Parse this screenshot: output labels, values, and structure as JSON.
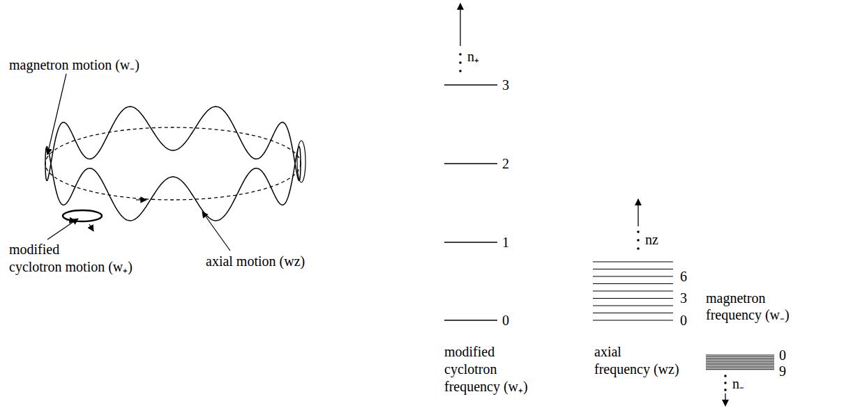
{
  "diagram": {
    "labels": [
      "magnetron motion (w₋)",
      "modified",
      "cyclotron motion (w₊)",
      "axial motion (wz)",
      "n₊",
      "3",
      "2",
      "1",
      "0",
      "nz",
      "6",
      "3",
      "0",
      "magnetron",
      "frequency (w₋)",
      "0",
      "9",
      "n₋",
      "modified",
      "cyclotron",
      "frequency (w₊)",
      "axial",
      "frequency (wz)"
    ]
  }
}
